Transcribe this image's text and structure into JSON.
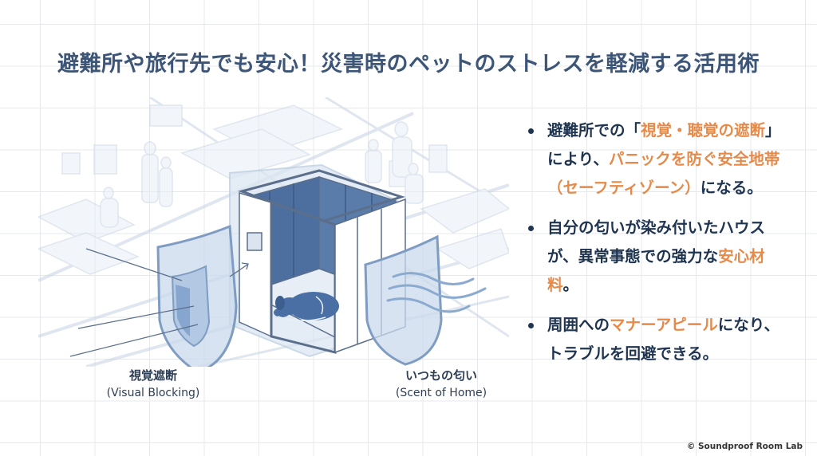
{
  "title": "避難所や旅行先でも安心！災害時のペットのストレスを軽減する活用術",
  "colors": {
    "title": "#3d5577",
    "body_text": "#1f3450",
    "highlight": "#e68a4a",
    "accent_blue": "#4a6fa5",
    "grid": "#e6e8ec"
  },
  "bullets": [
    {
      "segments": [
        {
          "text": "避難所での「",
          "highlight": false
        },
        {
          "text": "視覚・聴覚の遮断",
          "highlight": true
        },
        {
          "text": "」により、",
          "highlight": false
        },
        {
          "text": "パニックを防ぐ安全地帯（セーフティゾーン）",
          "highlight": true
        },
        {
          "text": "になる。",
          "highlight": false
        }
      ]
    },
    {
      "segments": [
        {
          "text": "自分の匂いが染み付いたハウスが、異常事態での強力な",
          "highlight": false
        },
        {
          "text": "安心材料",
          "highlight": true
        },
        {
          "text": "。",
          "highlight": false
        }
      ]
    },
    {
      "segments": [
        {
          "text": "周囲への",
          "highlight": false
        },
        {
          "text": "マナーアピール",
          "highlight": true
        },
        {
          "text": "になり、トラブルを回避できる。",
          "highlight": false
        }
      ]
    }
  ],
  "illustration": {
    "left_label": {
      "jp": "視覚遮断",
      "en": "(Visual Blocking)"
    },
    "right_label": {
      "jp": "いつもの匂い",
      "en": "(Scent of Home)"
    },
    "icons": [
      "shield-icon",
      "shield-icon",
      "sleeping-dog-icon",
      "scent-waves-icon",
      "soundproof-booth"
    ]
  },
  "footer": {
    "copyright": "© Soundproof Room Lab"
  }
}
